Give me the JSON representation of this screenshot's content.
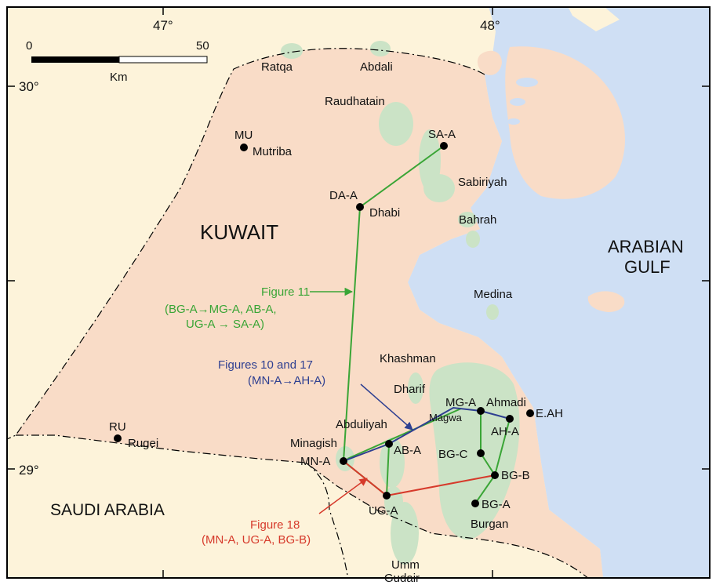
{
  "colors": {
    "sea": "#cfdff4",
    "kuwait": "#f9dcc7",
    "land": "#fdf3da",
    "field": "#cbe3c6",
    "green_line": "#3aa536",
    "blue_line": "#2e3f91",
    "red_line": "#d63a2b",
    "frame": "#000000"
  },
  "coordinates": {
    "lon_47": "47°",
    "lon_48": "48°",
    "lat_30": "30°",
    "lat_29": "29°"
  },
  "scale_bar": {
    "start": "0",
    "end": "50",
    "unit": "Km"
  },
  "regions": {
    "kuwait": "KUWAIT",
    "saudi": "SAUDI ARABIA",
    "gulf_line1": "ARABIAN",
    "gulf_line2": "GULF"
  },
  "fields": {
    "ratqa": "Ratqa",
    "abdali": "Abdali",
    "raudhatain": "Raudhatain",
    "mutriba": "Mutriba",
    "sabiriyah": "Sabiriyah",
    "bahrah": "Bahrah",
    "dhabi": "Dhabi",
    "medina": "Medina",
    "khashman": "Khashman",
    "dharif": "Dharif",
    "ahmadi": "Ahmadi",
    "magwa": "Magwa",
    "abduliyah": "Abduliyah",
    "minagish": "Minagish",
    "rugei": "Rugei",
    "burgan": "Burgan",
    "umm_gudair_1": "Umm",
    "umm_gudair_2": "Gudair"
  },
  "wells": {
    "mu": "MU",
    "sa_a": "SA-A",
    "da_a": "DA-A",
    "ru": "RU",
    "mg_a": "MG-A",
    "ah_a": "AH-A",
    "e_ah": "E.AH",
    "ab_a": "AB-A",
    "mn_a": "MN-A",
    "bg_c": "BG-C",
    "bg_b": "BG-B",
    "bg_a": "BG-A",
    "ug_a": "UG-A"
  },
  "annotations": {
    "fig11_title": "Figure 11",
    "fig11_line1": "(BG-A→MG-A, AB-A,",
    "fig11_line2": "UG-A → SA-A)",
    "fig10_title": "Figures 10 and 17",
    "fig10_line1": "(MN-A→AH-A)",
    "fig18_title": "Figure 18",
    "fig18_line1": "(MN-A, UG-A, BG-B)"
  }
}
